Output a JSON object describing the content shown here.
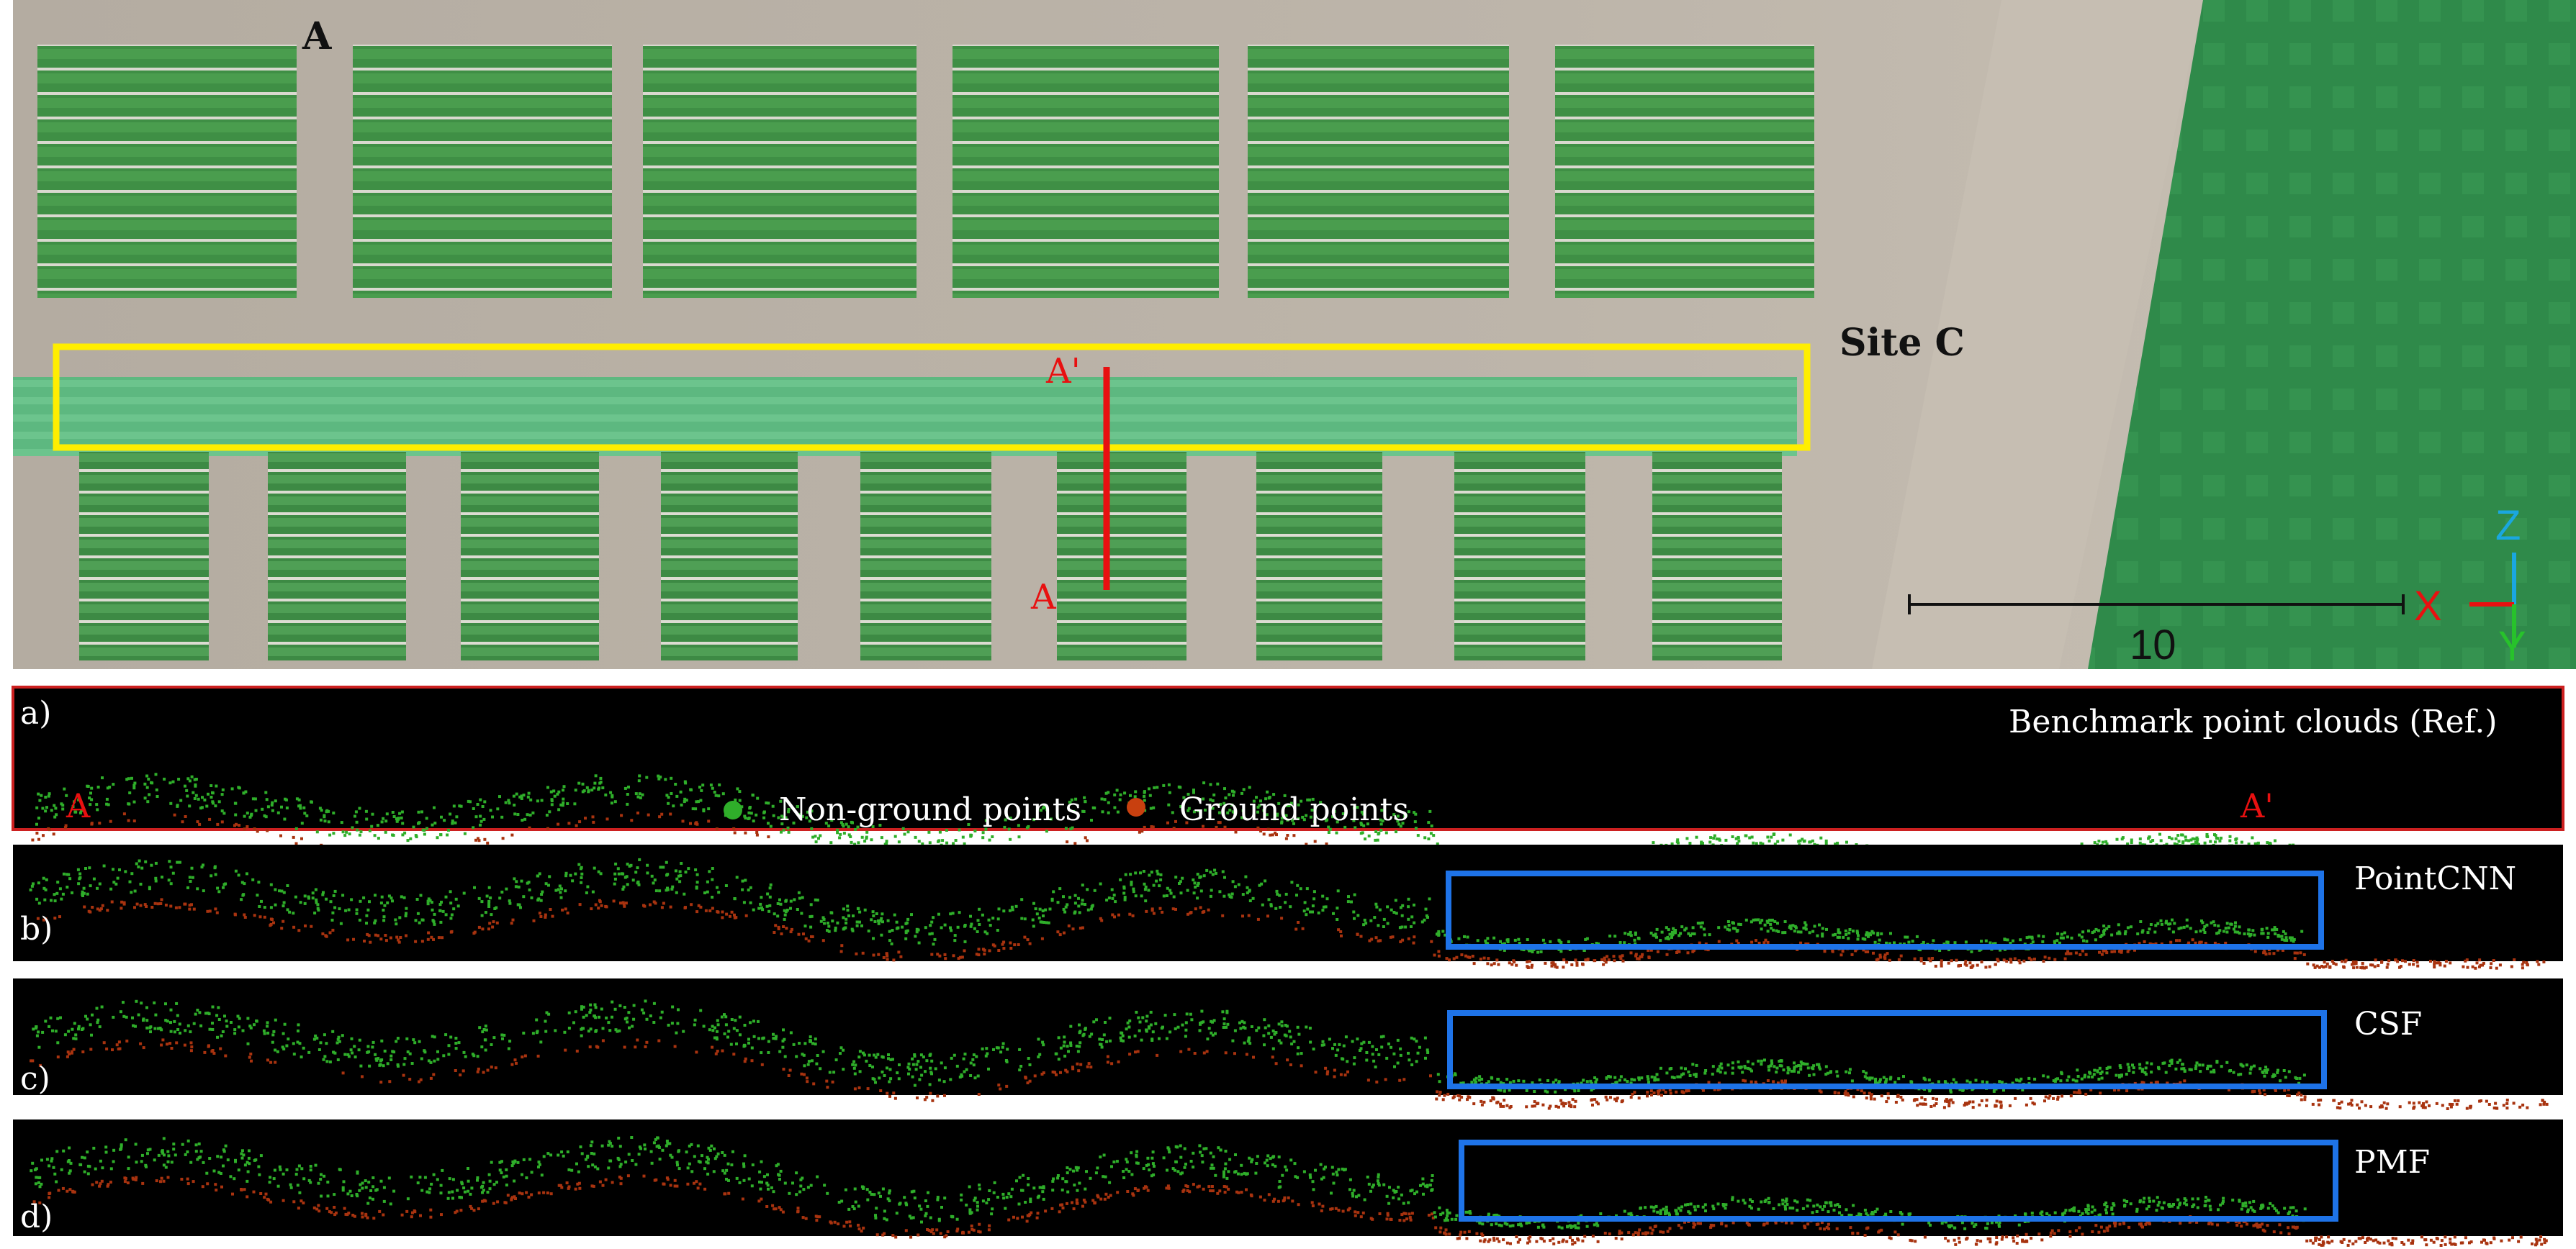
{
  "aerial": {
    "panel_label": "A",
    "site_label": "Site C",
    "section_start": "A",
    "section_end": "A'",
    "scale_value": "10",
    "axes": {
      "z": "Z",
      "x": "X",
      "y": "Y"
    }
  },
  "profiles": [
    {
      "tag": "a)",
      "method": "Benchmark point clouds (Ref.)",
      "start": "A",
      "end": "A'",
      "highlight": false
    },
    {
      "tag": "b)",
      "method": "PointCNN",
      "highlight": true
    },
    {
      "tag": "c)",
      "method": "CSF",
      "highlight": true
    },
    {
      "tag": "d)",
      "method": "PMF",
      "highlight": true
    }
  ],
  "legend": {
    "non_ground": "Non-ground points",
    "ground": "Ground points"
  },
  "colors": {
    "non_ground": "#2fae2a",
    "ground": "#a8330f",
    "highlight_box": "#1e73e8",
    "study_box": "#ffee00",
    "section_line": "#e81010",
    "crop": "#3a8a3e",
    "soil": "#b9b1a6"
  }
}
